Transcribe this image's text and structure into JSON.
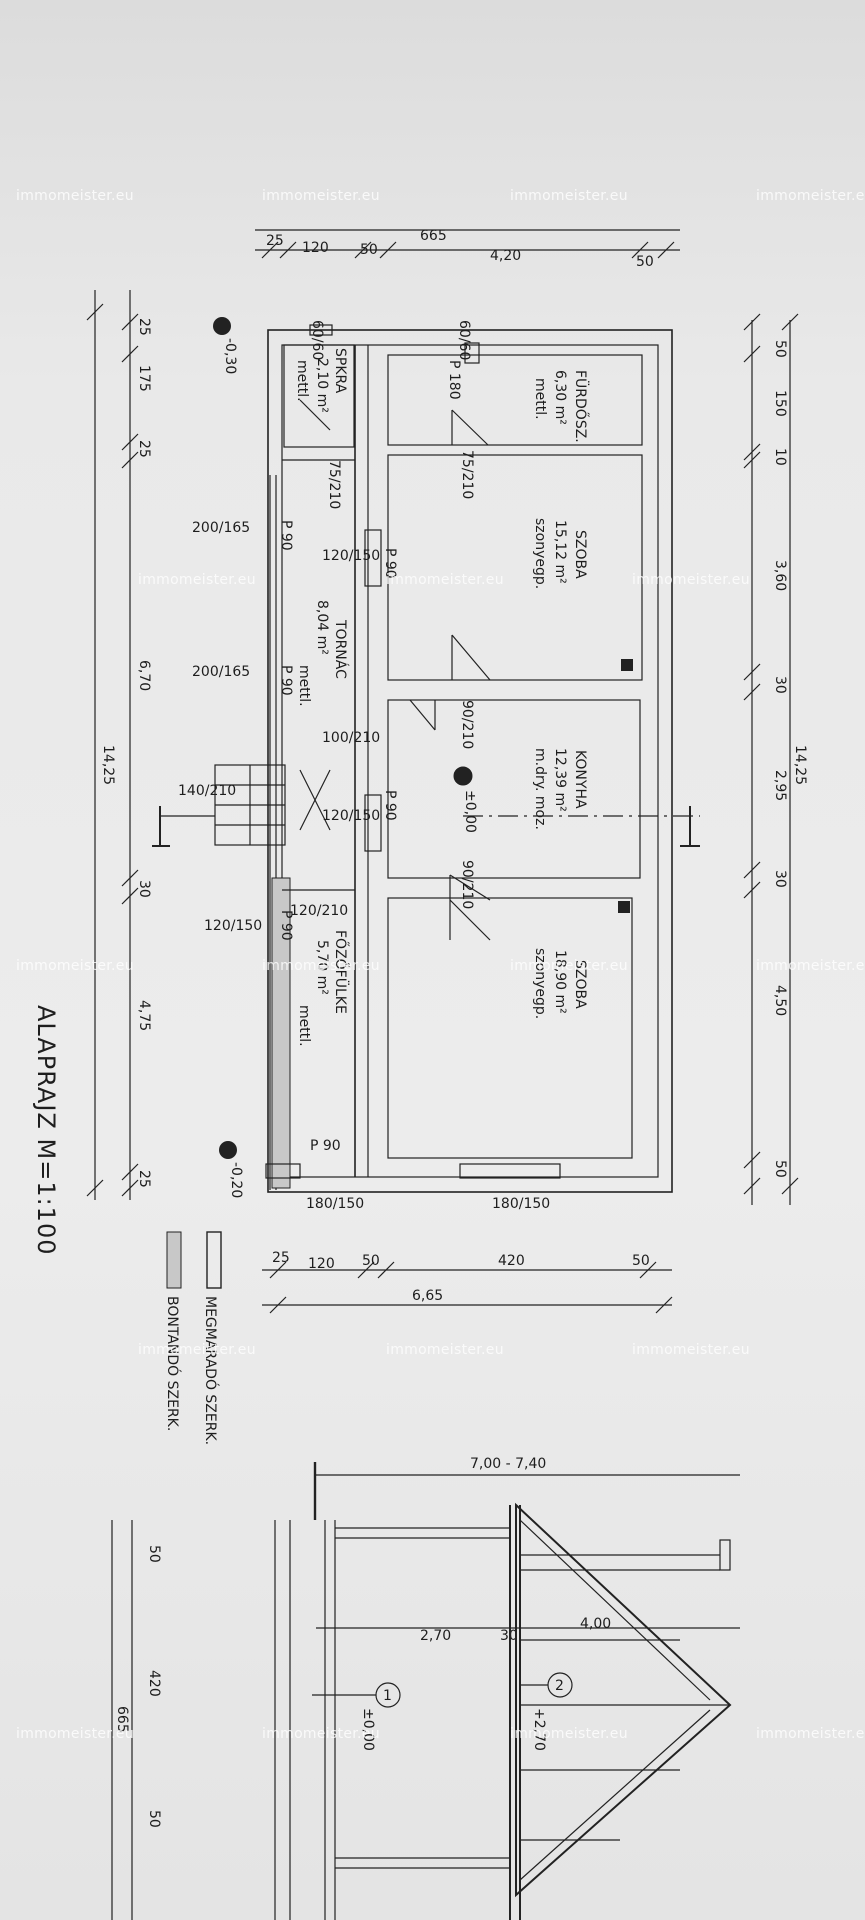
{
  "title": "ALAPRAJZ M=1:100",
  "watermark": "immomeister.eu",
  "legend": {
    "item1": "MEGMARADÓ SZERK.",
    "item2": "BONTANDÓ SZERK."
  },
  "rooms": [
    {
      "name": "FÜRDŐSZ.",
      "area": "6,30 m²",
      "floor": "mettl."
    },
    {
      "name": "SZOBA",
      "area": "15,12 m²",
      "floor": "szonyegp."
    },
    {
      "name": "KONYHA",
      "area": "12,39 m²",
      "floor": "m.dry. moz."
    },
    {
      "name": "SZOBA",
      "area": "18,90 m²",
      "floor": "szonyegp."
    },
    {
      "name": "SPKRA",
      "area": "2,10 m²",
      "floor": "mettl."
    },
    {
      "name": "TORNÁC",
      "area": "8,04 m²",
      "floor": "mettl."
    },
    {
      "name": "FŐZŐFÜLKE",
      "area": "5,70 m²",
      "floor": "mettl."
    }
  ],
  "levels": {
    "main": "±0,00",
    "left": "-0,30",
    "bottom": "-0,20",
    "section_main": "±0,00",
    "section_top": "+2,70"
  },
  "dims_right": [
    "50",
    "150",
    "10",
    "3,60",
    "30",
    "2,95",
    "30",
    "4,50",
    "50"
  ],
  "dim_right_total": "14,25",
  "dims_left": [
    "25",
    "175",
    "25",
    "6,70",
    "30",
    "4,75",
    "25"
  ],
  "dim_left_total": "14,25",
  "dims_top": [
    "25",
    "120",
    "50",
    "4,20",
    "50"
  ],
  "dim_top_total": "665",
  "dims_bottom": [
    "25",
    "120",
    "50",
    "420",
    "50"
  ],
  "dim_bottom_total": "6,65",
  "section_dims": {
    "width": "7,00 - 7,40",
    "h1": "2,70",
    "h2": "30",
    "h3": "4,00",
    "left": [
      "50",
      "420",
      "50"
    ],
    "left_total": "665"
  },
  "doors": {
    "a": "P 180",
    "b": "P 90",
    "c": "P 90",
    "d": "P 90",
    "e": "P 90",
    "f": "P 90",
    "g": "P 90"
  },
  "openings": [
    "75/210",
    "90/210",
    "90/210",
    "120/150",
    "120/150",
    "100/210",
    "140/210",
    "200/165",
    "200/165",
    "120/150",
    "180/150",
    "180/150",
    "60/60",
    "60/60",
    "75/210",
    "120/210"
  ],
  "marks": {
    "m1": "1",
    "m2": "2"
  }
}
